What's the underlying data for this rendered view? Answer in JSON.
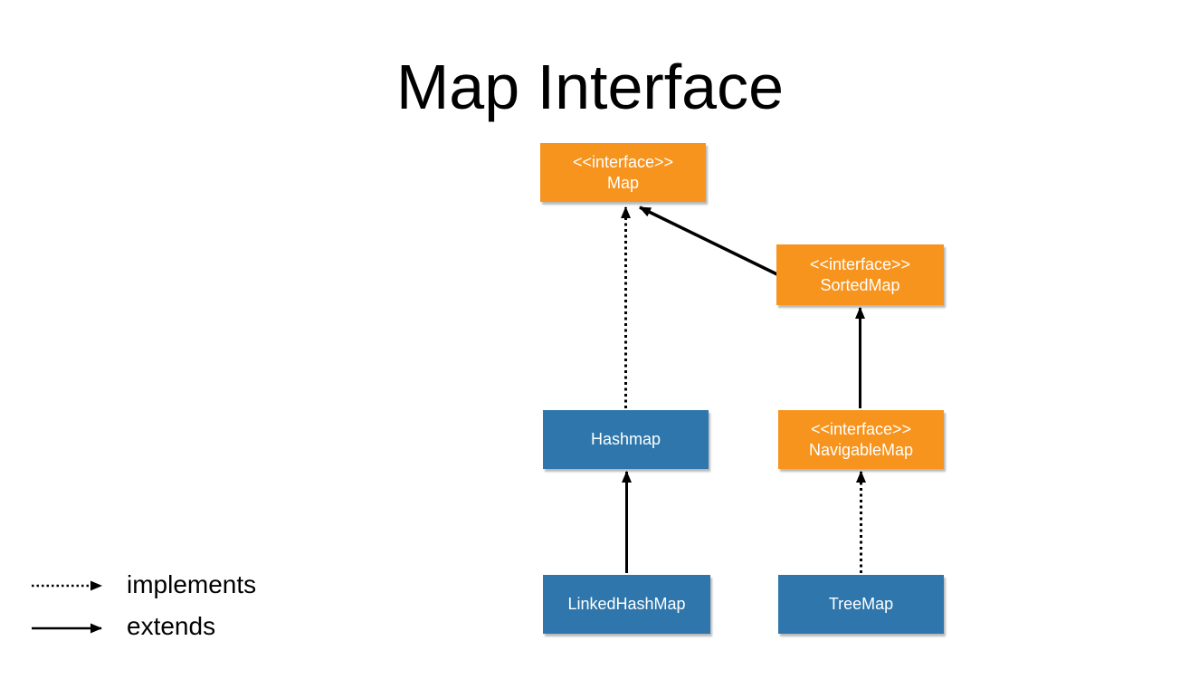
{
  "page": {
    "title": "Map Interface",
    "background": "#ffffff"
  },
  "colors": {
    "interface_fill": "#F7941E",
    "class_fill": "#2E76AB",
    "arrow": "#000000",
    "title_color": "#000000",
    "box_text": "#ffffff"
  },
  "nodes": [
    {
      "id": "map",
      "kind": "interface",
      "stereotype": "<<interface>>",
      "label": "Map"
    },
    {
      "id": "sortedmap",
      "kind": "interface",
      "stereotype": "<<interface>>",
      "label": "SortedMap"
    },
    {
      "id": "hashmap",
      "kind": "class",
      "stereotype": "",
      "label": "Hashmap"
    },
    {
      "id": "navigablemap",
      "kind": "interface",
      "stereotype": "<<interface>>",
      "label": "NavigableMap"
    },
    {
      "id": "linkedhashmap",
      "kind": "class",
      "stereotype": "",
      "label": "LinkedHashMap"
    },
    {
      "id": "treemap",
      "kind": "class",
      "stereotype": "",
      "label": "TreeMap"
    }
  ],
  "edges": [
    {
      "from": "Hashmap",
      "to": "Map",
      "relation": "implements",
      "style": "dotted"
    },
    {
      "from": "SortedMap",
      "to": "Map",
      "relation": "extends",
      "style": "solid"
    },
    {
      "from": "LinkedHashMap",
      "to": "Hashmap",
      "relation": "extends",
      "style": "solid"
    },
    {
      "from": "NavigableMap",
      "to": "SortedMap",
      "relation": "extends",
      "style": "solid"
    },
    {
      "from": "TreeMap",
      "to": "NavigableMap",
      "relation": "implements",
      "style": "dotted"
    }
  ],
  "legend": [
    {
      "style": "dotted",
      "label": "implements"
    },
    {
      "style": "solid",
      "label": "extends"
    }
  ]
}
